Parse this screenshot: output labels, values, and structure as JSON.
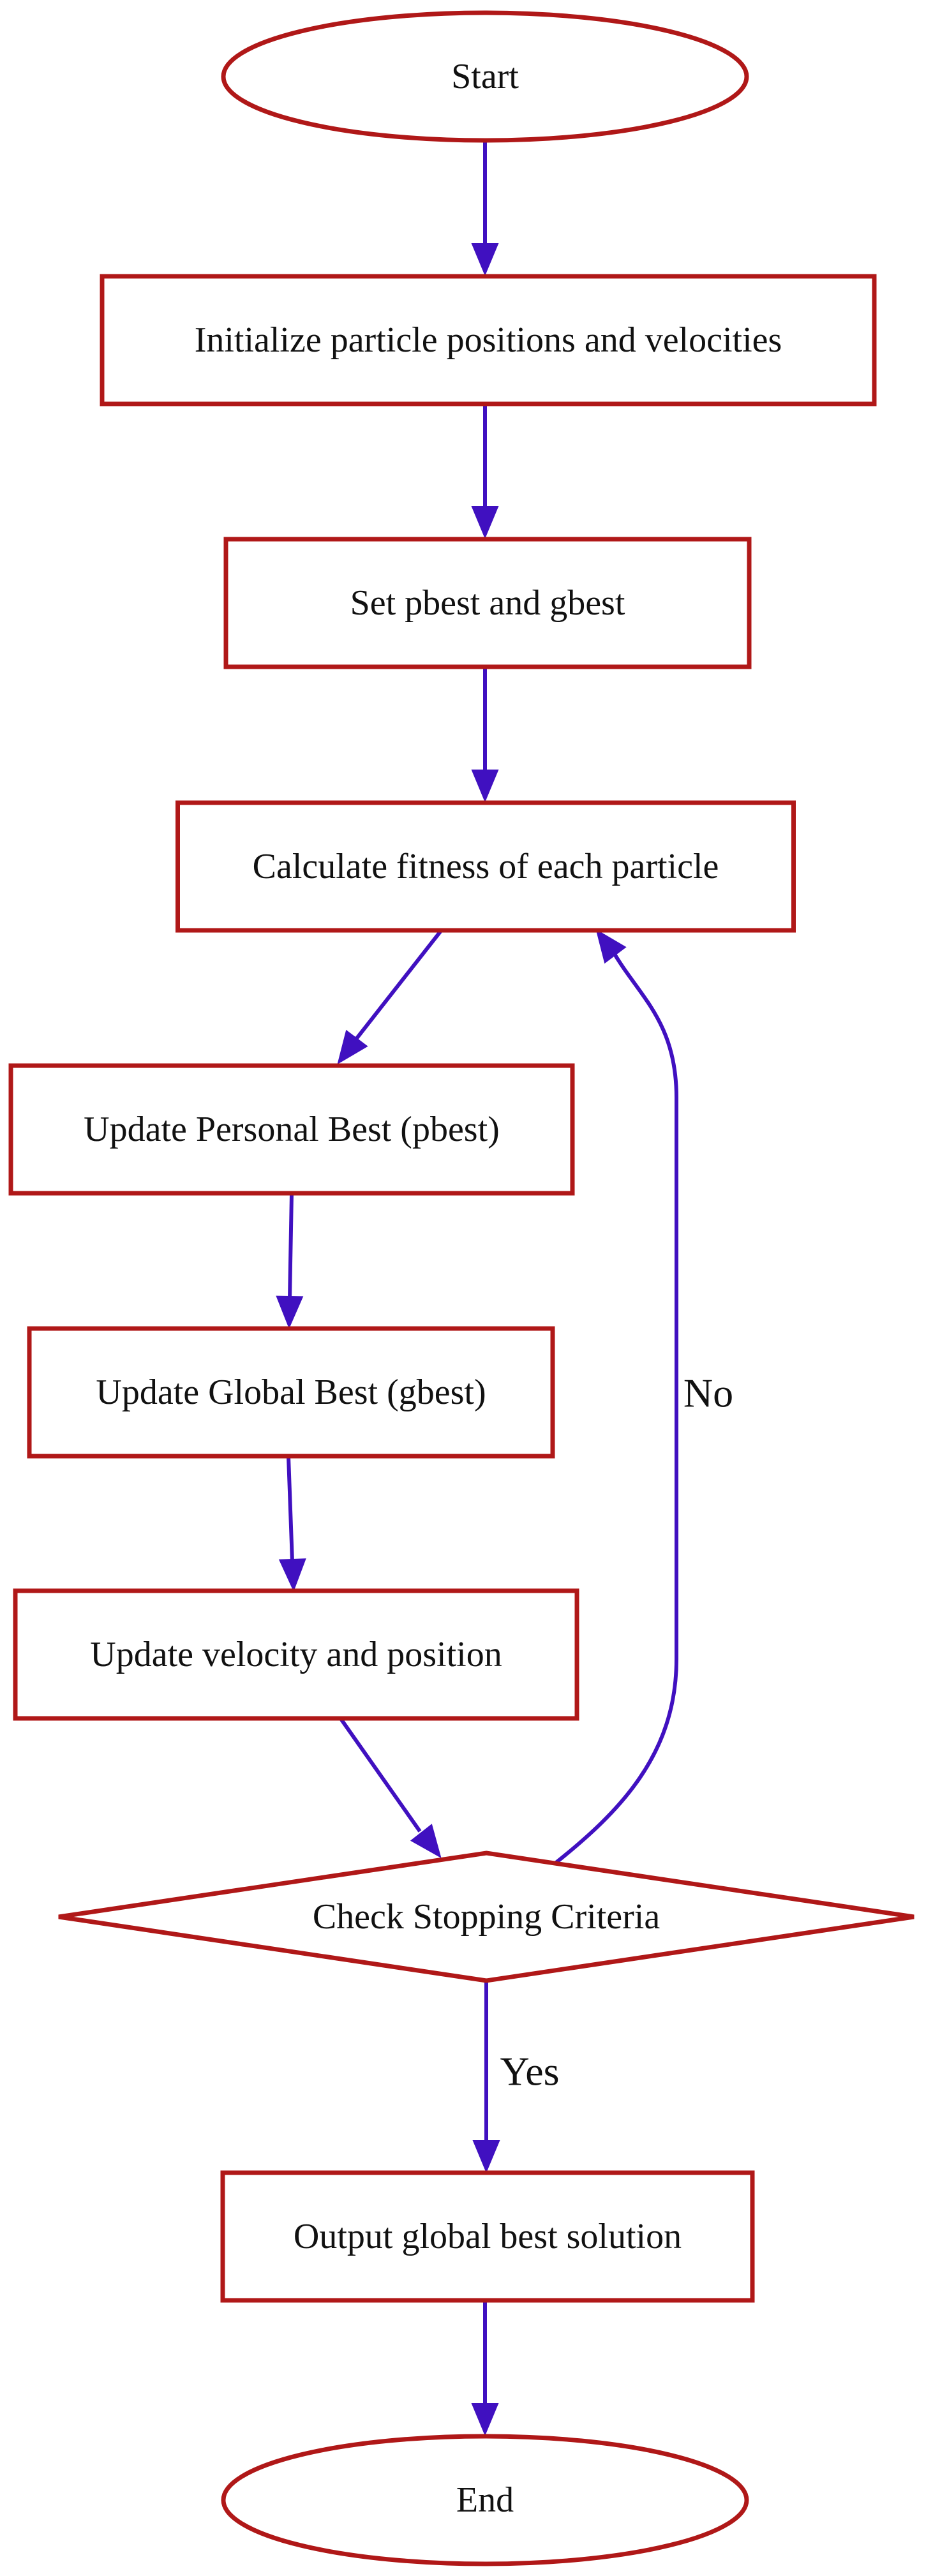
{
  "colors": {
    "node_border": "#b01818",
    "edge": "#4010c0",
    "text": "#111111",
    "background": "#ffffff"
  },
  "nodes": [
    {
      "id": "start",
      "shape": "ellipse",
      "label": "Start"
    },
    {
      "id": "init",
      "shape": "rect",
      "label": "Initialize particle positions and velocities"
    },
    {
      "id": "set-best",
      "shape": "rect",
      "label": "Set pbest and gbest"
    },
    {
      "id": "fitness",
      "shape": "rect",
      "label": "Calculate fitness of each particle"
    },
    {
      "id": "update-pbest",
      "shape": "rect",
      "label": "Update Personal Best (pbest)"
    },
    {
      "id": "update-gbest",
      "shape": "rect",
      "label": "Update Global Best (gbest)"
    },
    {
      "id": "update-vel",
      "shape": "rect",
      "label": "Update velocity and position"
    },
    {
      "id": "check",
      "shape": "diamond",
      "label": "Check Stopping Criteria"
    },
    {
      "id": "output",
      "shape": "rect",
      "label": "Output global best solution"
    },
    {
      "id": "end",
      "shape": "ellipse",
      "label": "End"
    }
  ],
  "edges": [
    {
      "from": "start",
      "to": "init",
      "label": ""
    },
    {
      "from": "init",
      "to": "set-best",
      "label": ""
    },
    {
      "from": "set-best",
      "to": "fitness",
      "label": ""
    },
    {
      "from": "fitness",
      "to": "update-pbest",
      "label": ""
    },
    {
      "from": "update-pbest",
      "to": "update-gbest",
      "label": ""
    },
    {
      "from": "update-gbest",
      "to": "update-vel",
      "label": ""
    },
    {
      "from": "update-vel",
      "to": "check",
      "label": ""
    },
    {
      "from": "check",
      "to": "fitness",
      "label": "No"
    },
    {
      "from": "check",
      "to": "output",
      "label": "Yes"
    },
    {
      "from": "output",
      "to": "end",
      "label": ""
    }
  ]
}
